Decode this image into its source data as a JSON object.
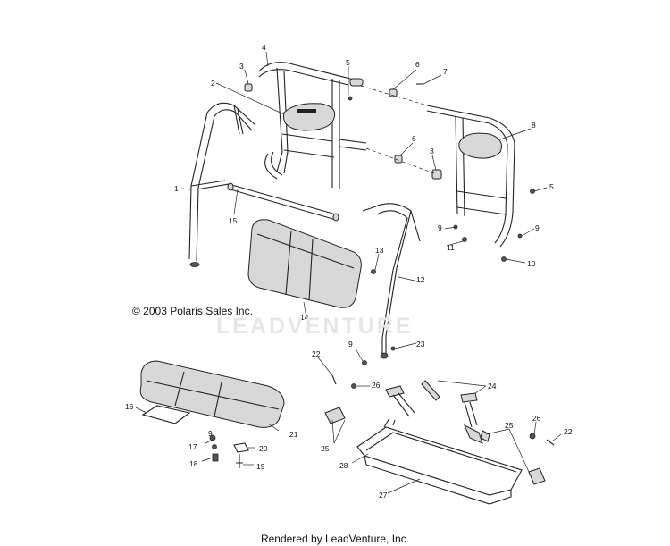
{
  "copyright": "© 2003 Polaris Sales Inc.",
  "watermark": "LEADVENTURE",
  "footer": "Rendered by LeadVenture, Inc.",
  "callouts": {
    "c1": "1",
    "c2": "2",
    "c3a": "3",
    "c3b": "3",
    "c4": "4",
    "c5a": "5",
    "c5b": "5",
    "c6a": "6",
    "c6b": "6",
    "c7": "7",
    "c8": "8",
    "c9a": "9",
    "c9b": "9",
    "c9c": "9",
    "c9d": "9",
    "c10": "10",
    "c11": "11",
    "c12": "12",
    "c13": "13",
    "c14": "14",
    "c15": "15",
    "c16": "16",
    "c17": "17",
    "c18": "18",
    "c19": "19",
    "c20": "20",
    "c21": "21",
    "c22a": "22",
    "c22b": "22",
    "c23": "23",
    "c24": "24",
    "c25a": "25",
    "c25b": "25",
    "c26a": "26",
    "c26b": "26",
    "c27": "27",
    "c28": "28"
  }
}
